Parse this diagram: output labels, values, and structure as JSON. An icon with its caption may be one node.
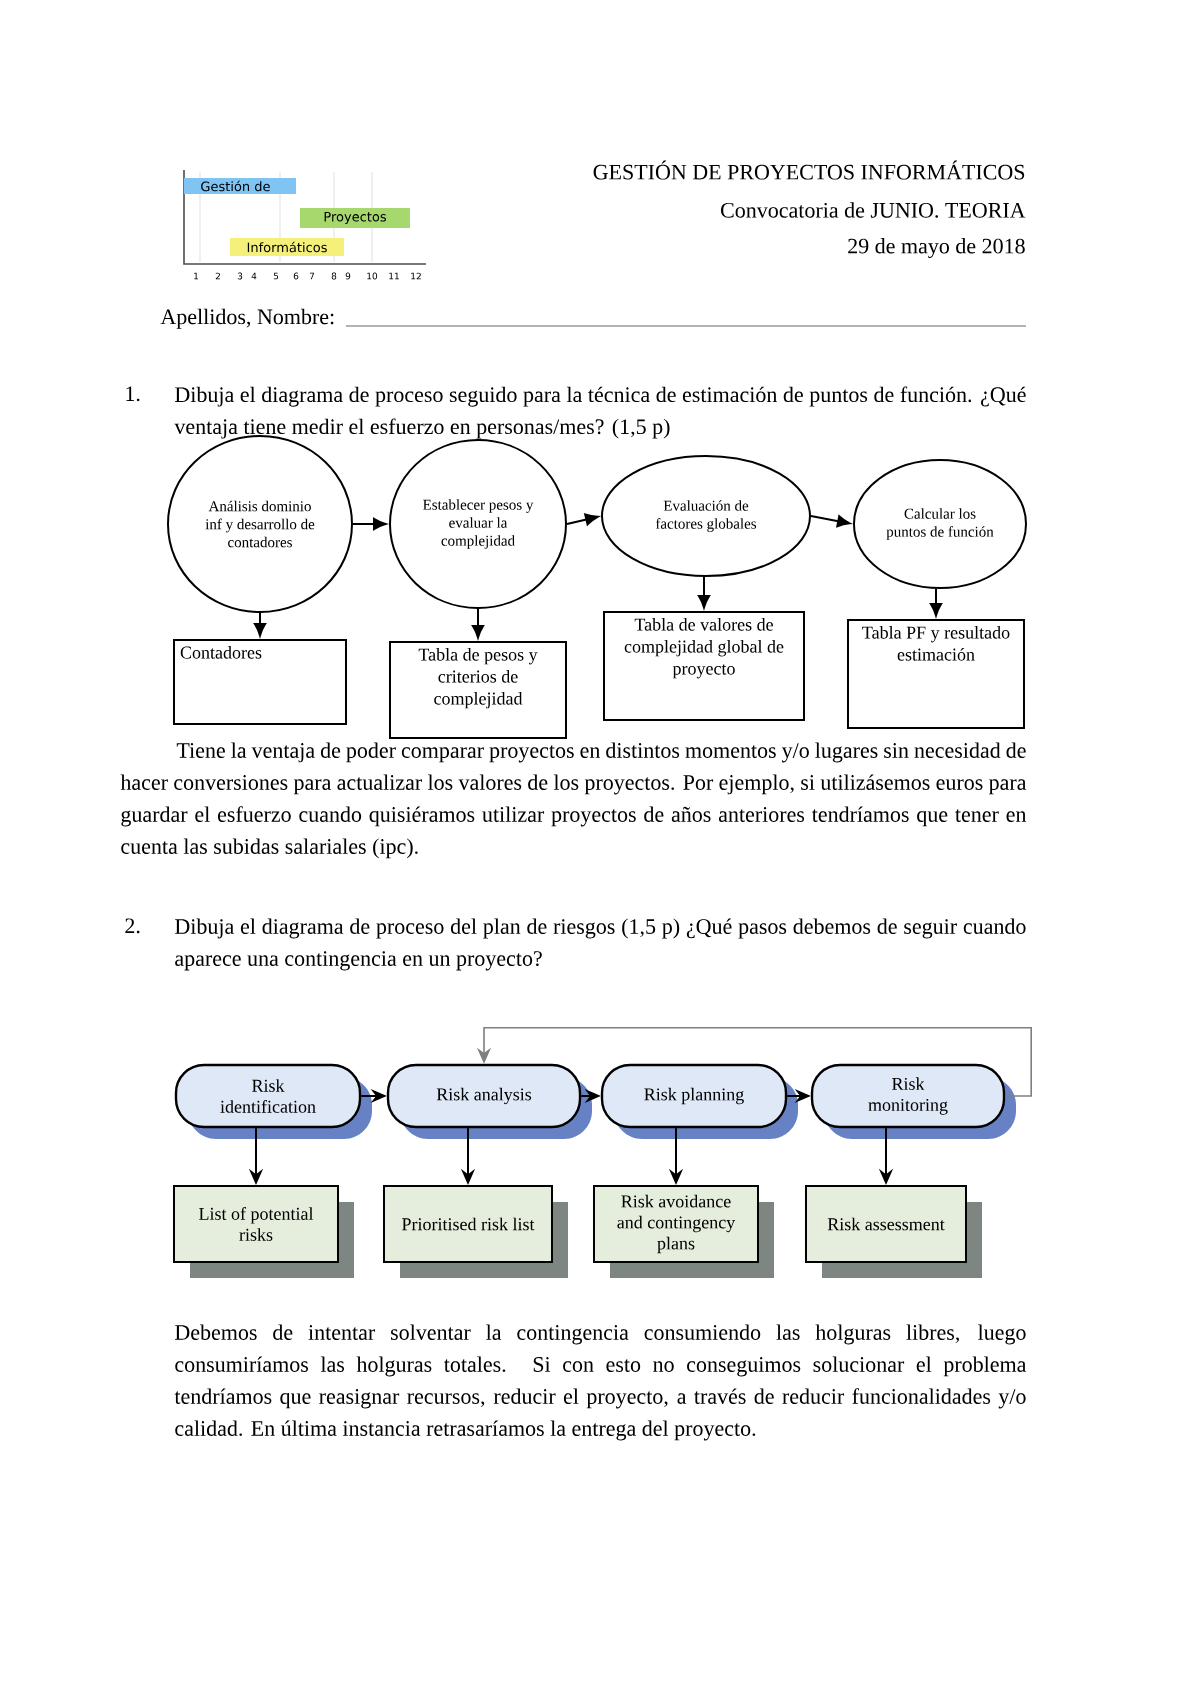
{
  "diagram": {
    "nodes": [
      {
        "text": [
          "Análisis dominio inf y desarrollo de contadores"
        ]
      },
      {
        "text": [
          "Establecer pesos y evaluar la complejidad"
        ]
      },
      {
        "text": [
          "Evaluación de factores globales"
        ]
      },
      {
        "text": [
          "Calcular los puntos de función"
        ]
      },
      {
        "text": [
          "Contadores"
        ]
      },
      {
        "text": [
          "Tabla de pesos y criterios de complejidad"
        ]
      },
      {
        "text": [
          "Tabla de valores de complejidad global de proyecto"
        ]
      },
      {
        "text": [
          "Tabla PF y resultado estimación"
        ]
      },
      {
        "text": [
          "Risk identification"
        ]
      },
      {
        "text": [
          "Risk analysis"
        ]
      },
      {
        "text": [
          "Risk planning"
        ]
      },
      {
        "text": [
          "Risk monitoring"
        ]
      },
      {
        "text": [
          "List of potential risks"
        ]
      },
      {
        "text": [
          "Prioritised risk list"
        ]
      },
      {
        "text": [
          "Risk avoidance and contingency plans"
        ]
      },
      {
        "text": [
          "Risk assessment"
        ]
      }
    ],
    "edges": [
      {
        "from": 0,
        "to": 1,
        "arrow": "to"
      },
      {
        "from": 1,
        "to": 2,
        "arrow": "to"
      },
      {
        "from": 2,
        "to": 3,
        "arrow": "to"
      },
      {
        "from": 0,
        "to": 4,
        "arrow": "to"
      },
      {
        "from": 1,
        "to": 5,
        "arrow": "to"
      },
      {
        "from": 2,
        "to": 6,
        "arrow": "to"
      },
      {
        "from": 3,
        "to": 7,
        "arrow": "to"
      },
      {
        "from": 8,
        "to": 9,
        "arrow": "to"
      },
      {
        "from": 9,
        "to": 10,
        "arrow": "to"
      },
      {
        "from": 10,
        "to": 11,
        "arrow": "to"
      },
      {
        "from": 11,
        "to": 9,
        "arrow": "to",
        "color": "#7f7f7f"
      },
      {
        "from": 8,
        "to": 12,
        "arrow": "to"
      },
      {
        "from": 9,
        "to": 13,
        "arrow": "to"
      },
      {
        "from": 10,
        "to": 14,
        "arrow": "to"
      },
      {
        "from": 11,
        "to": 15,
        "arrow": "to"
      }
    ],
    "labels": [
      "Gestión de",
      "Proyectos",
      "Informáticos",
      "1",
      "2",
      "3",
      "4",
      "5",
      "6",
      "7",
      "8",
      "9",
      "10",
      "11",
      "12",
      "GESTIÓN DE PROYECTOS INFORMÁTICOS",
      "Convocatoria de JUNIO. TEORIA",
      "29 de mayo de 2018",
      "Apellidos, Nombre:",
      "1.",
      "Dibuja el diagrama de proceso seguido para la técnica de estimación de puntos de función. ¿Qué ventaja tiene medir el esfuerzo en personas/mes? (1,5 p)",
      "Tiene la ventaja de poder comparar proyectos en distintos momentos y/o lugares sin necesidad de hacer conversiones para actualizar los valores de los proyectos. Por ejemplo, si utilizásemos euros para guardar el esfuerzo cuando quisiéramos utilizar proyectos de años anteriores tendríamos que tener en cuenta las subidas salariales (ipc).",
      "2.",
      "Dibuja el diagrama de proceso del plan de riesgos (1,5 p) ¿Qué pasos debemos de seguir cuando aparece una contingencia en un proyecto?",
      "Debemos de intentar solventar la contingencia consumiendo las holguras libres, luego consumiríamos las holguras totales. Si con esto no conseguimos solucionar el problema tendríamos que reasignar recursos, reducir el proyecto, a través de reducir funcionalidades y/o calidad. En última instancia retrasaríamos la entrega del proyecto."
    ]
  }
}
